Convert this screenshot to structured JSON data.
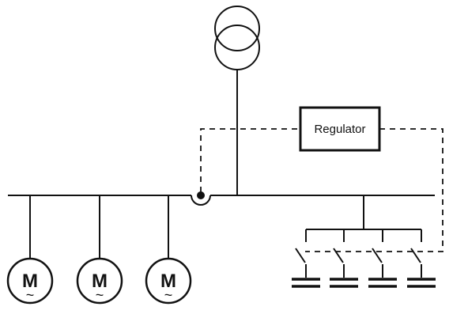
{
  "diagram": {
    "regulator_label": "Regulator",
    "motor_symbol": "M",
    "motor_ac_symbol": "~",
    "motor_count": 3,
    "capacitor_bank_count": 4
  },
  "colors": {
    "line": "#111111",
    "background": "#ffffff"
  }
}
